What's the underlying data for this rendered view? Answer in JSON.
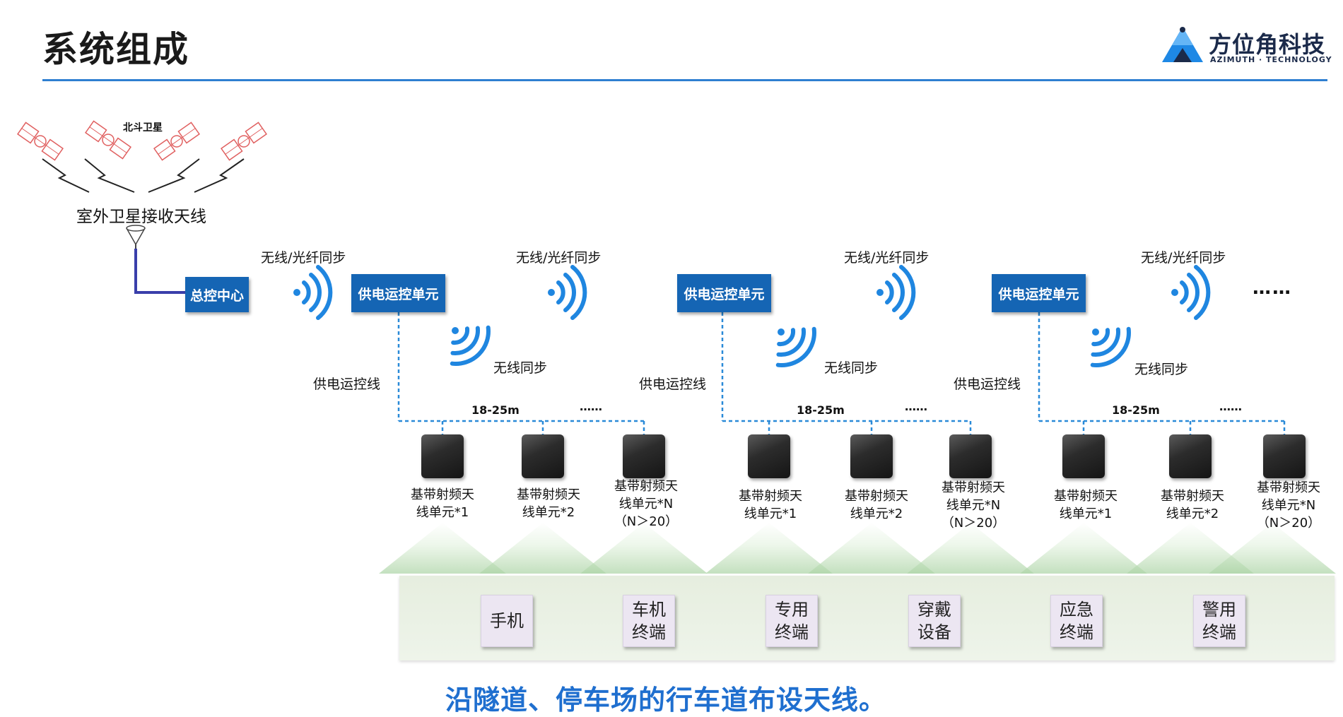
{
  "header": {
    "title": "系统组成",
    "logo_brand": "方位角科技",
    "logo_sub": "AZIMUTH · TECHNOLOGY",
    "accent_color": "#2f7fd1"
  },
  "satellites": {
    "label": "北斗卫星",
    "antenna_label": "室外卫星接收天线"
  },
  "control_center": {
    "label": "总控中心",
    "color": "#1565b4"
  },
  "power_units": [
    "供电运控单元",
    "供电运控单元",
    "供电运控单元"
  ],
  "sync_labels": {
    "wireless_fiber": "无线/光纤同步",
    "wireless": "无线同步",
    "power_line": "供电运控线",
    "spacing": "18-25m",
    "ellipsis": "……",
    "chain_more": "……"
  },
  "antenna_units": [
    "基带射频天\n线单元*1",
    "基带射频天\n线单元*2",
    "基带射频天\n线单元*N\n（N＞20）"
  ],
  "terminals": [
    "手机",
    "车机\n终端",
    "专用\n终端",
    "穿戴\n设备",
    "应急\n终端",
    "警用\n终端"
  ],
  "caption": "沿隧道、停车场的行车道布设天线。",
  "icons": [
    "satellite-icon",
    "lightning-signal-icon",
    "dish-antenna-icon",
    "wifi-signal-icon",
    "logo-mountain-icon"
  ]
}
